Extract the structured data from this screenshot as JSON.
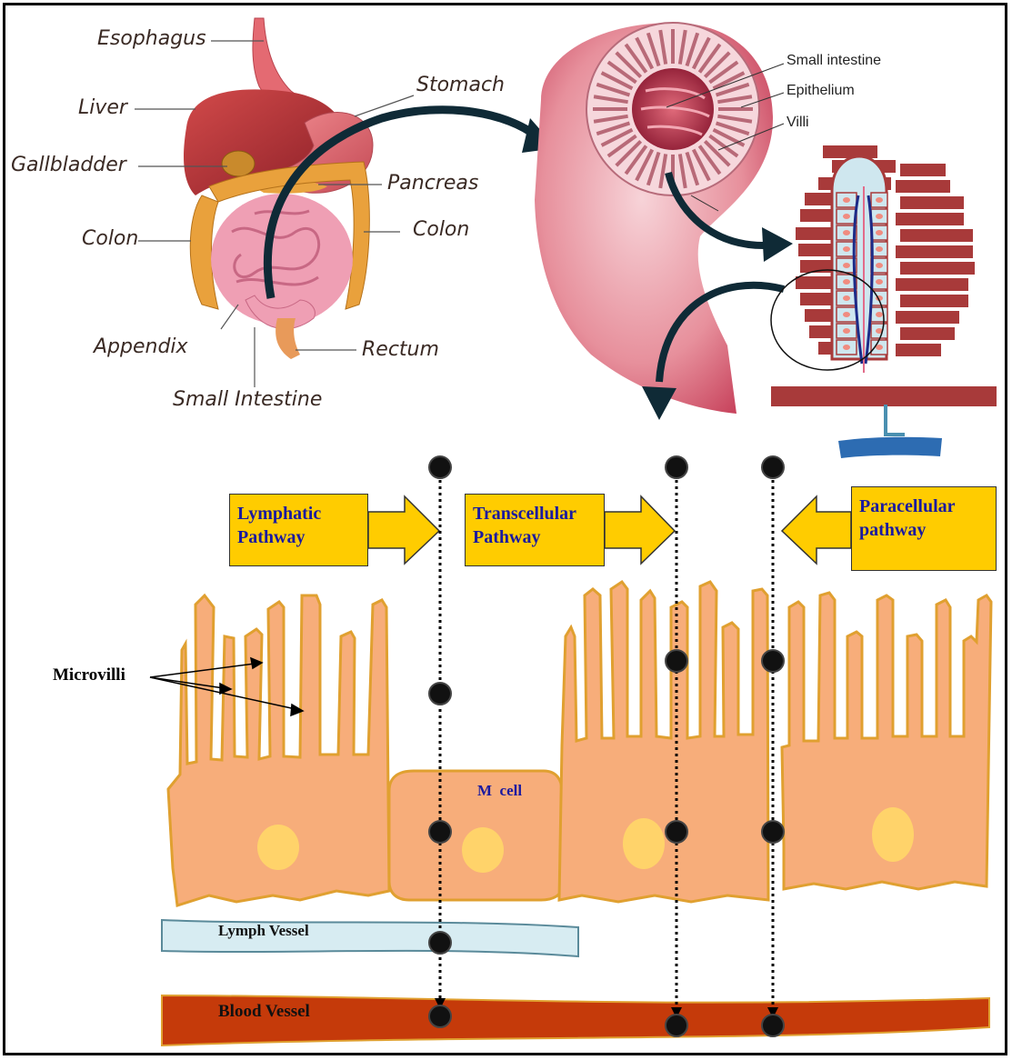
{
  "digestive_labels": {
    "esophagus": "Esophagus",
    "liver": "Liver",
    "gallbladder": "Gallbladder",
    "colon_left": "Colon",
    "appendix": "Appendix",
    "small_intestine": "Small Intestine",
    "stomach": "Stomach",
    "pancreas": "Pancreas",
    "colon_right": "Colon",
    "rectum": "Rectum"
  },
  "section_labels": {
    "small_intestine": "Small intestine",
    "epithelium": "Epithelium",
    "villi": "Villi"
  },
  "pathways": {
    "lymphatic": "Lymphatic Pathway",
    "transcellular": "Transcellular Pathway",
    "paracellular": "Paracellular pathway"
  },
  "cell_labels": {
    "microvilli": "Microvilli",
    "m_cell": "M  cell",
    "lymph_vessel": "Lymph Vessel",
    "blood_vessel": "Blood Vessel"
  },
  "colors": {
    "pathway_box": "#ffcc00",
    "pathway_text": "#1a1aa0",
    "cell_fill": "#f7ad7a",
    "cell_outline": "#e0a030",
    "nucleus": "#ffd36a",
    "lymph_vessel": "#d7ecf2",
    "blood_vessel": "#c53a0a",
    "villus_wall": "#a83a3a"
  }
}
